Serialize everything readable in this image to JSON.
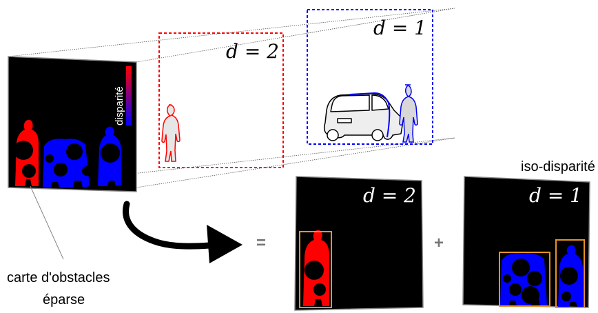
{
  "sparse_map": {
    "legend_label": "disparité",
    "caption_line1": "carte d'obstacles",
    "caption_line2": "éparse"
  },
  "planes": {
    "far": {
      "label": "d = 1"
    },
    "near": {
      "label": "d = 2"
    }
  },
  "result": {
    "equals": "=",
    "plus": "+",
    "title": "iso-disparité",
    "panel_near": {
      "label": "d = 2"
    },
    "panel_far": {
      "label": "d = 1"
    }
  },
  "colors": {
    "near": "#ff0000",
    "far": "#0000ff",
    "map_background": "#000000",
    "bounding_box": "#e8902a",
    "near_plane": "#ff0000",
    "far_plane": "#0000ff",
    "arrow": "#000000"
  },
  "icons": [
    "pedestrian-icon",
    "car-icon",
    "curved-arrow-icon"
  ]
}
